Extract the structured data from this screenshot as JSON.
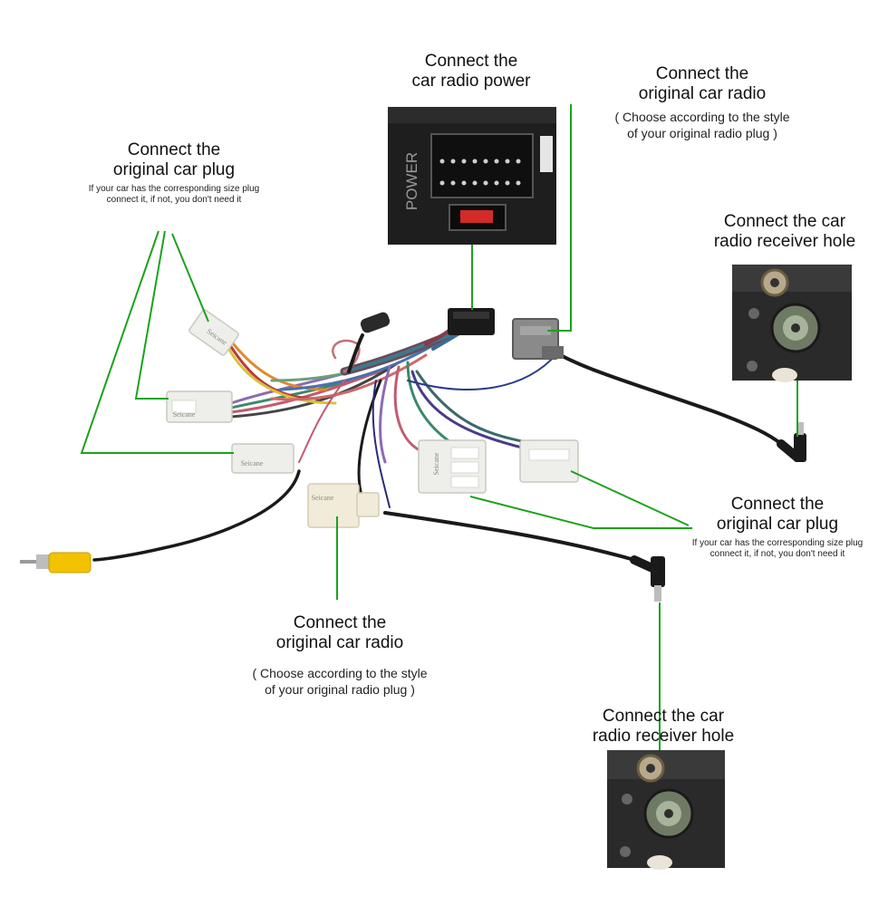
{
  "labels": {
    "power": {
      "line1": "Connect the",
      "line2": "car radio  power"
    },
    "radio_top": {
      "line1": "Connect the",
      "line2": "original car radio",
      "note1": "( Choose according to the style",
      "note2": "of your original radio plug )"
    },
    "plug_left": {
      "line1": "Connect the",
      "line2": "original car plug",
      "note1": "If your car has the corresponding size plug",
      "note2": "connect it, if not, you don't need it"
    },
    "receiver_top": {
      "line1": "Connect the car",
      "line2": "radio  receiver hole"
    },
    "plug_right": {
      "line1": "Connect the",
      "line2": "original car plug",
      "note1": "If your car has the corresponding size plug",
      "note2": "connect it, if not, you don't need it"
    },
    "radio_bottom": {
      "line1": "Connect the",
      "line2": "original car radio",
      "note1": "( Choose according to the style",
      "note2": "of your original radio plug )"
    },
    "receiver_bottom": {
      "line1": "Connect the car",
      "line2": "radio  receiver hole"
    }
  },
  "photo_text": {
    "power_panel": "POWER"
  },
  "brand": "Seicane",
  "colors": {
    "leader": "#1aa31a",
    "connector": "#eeeeea",
    "cable": "#1a1a1a",
    "rca": "#f2c200"
  }
}
